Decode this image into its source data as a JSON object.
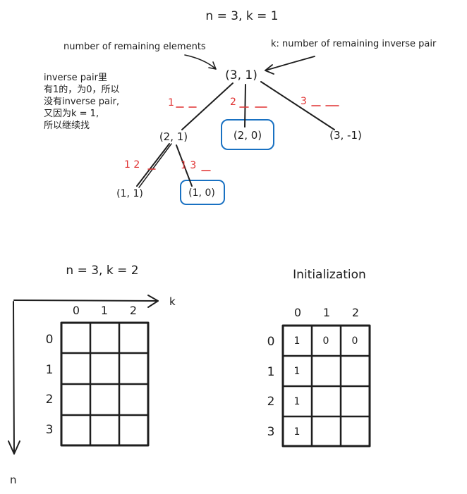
{
  "tree": {
    "title": "n = 3, k = 1",
    "annotation_elements": "number of remaining elements",
    "annotation_k": "k: number of remaining inverse pair",
    "note_lines": [
      "inverse pair里",
      "有1的，为0，所以",
      "没有inverse pair,",
      "又因为k = 1,",
      "所以继续找"
    ],
    "nodes": {
      "root": "(3, 1)",
      "left": "(2, 1)",
      "mid": "(2, 0)",
      "right": "(3, -1)",
      "left_left": "(1, 1)",
      "left_mid": "(1, 0)"
    },
    "edge_labels": {
      "e1": "1",
      "e2": "2",
      "e3": "3",
      "e12": "1 2",
      "e13": "1 3"
    }
  },
  "dp_left": {
    "title": "n = 3, k = 2",
    "col_headers": [
      "0",
      "1",
      "2"
    ],
    "row_headers": [
      "0",
      "1",
      "2",
      "3"
    ],
    "axis_k": "k",
    "axis_n": "n"
  },
  "dp_right": {
    "title": "Initialization",
    "col_headers": [
      "0",
      "1",
      "2"
    ],
    "row_headers": [
      "0",
      "1",
      "2",
      "3"
    ],
    "cells": [
      [
        "1",
        "0",
        "0"
      ],
      [
        "1",
        "",
        ""
      ],
      [
        "1",
        "",
        ""
      ],
      [
        "1",
        "",
        ""
      ]
    ]
  },
  "colors": {
    "ink": "#1e1e1e",
    "red": "#e03131",
    "blue": "#1971c2"
  }
}
